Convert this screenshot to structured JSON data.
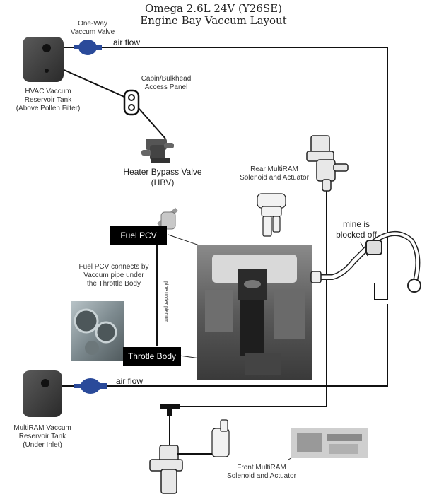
{
  "title": {
    "line1": "Omega 2.6L 24V (Y26SE)",
    "line2": "Engine Bay Vaccum Layout"
  },
  "labels": {
    "one_way_valve_line1": "One-Way",
    "one_way_valve_line2": "Vaccum Valve",
    "air_flow_top": "air flow",
    "air_flow_bottom": "air flow",
    "cabin_panel_line1": "Cabin/Bulkhead",
    "cabin_panel_line2": "Access Panel",
    "hvac_tank_line1": "HVAC Vaccum",
    "hvac_tank_line2": "Reservoir Tank",
    "hvac_tank_line3": "(Above Pollen Filter)",
    "hbv_line1": "Heater Bypass Valve",
    "hbv_line2": "(HBV)",
    "rear_multiram_line1": "Rear MultiRAM",
    "rear_multiram_line2": "Solenoid and Actuator",
    "blocked_line1": "mine is",
    "blocked_line2": "blocked off",
    "fuel_pcv_box": "Fuel PCV",
    "fuel_pcv_note_line1": "Fuel PCV connects by",
    "fuel_pcv_note_line2": "Vaccum pipe under",
    "fuel_pcv_note_line3": "the Throttle Body",
    "pipe_under_plenum": "pipe under plenum",
    "throttle_body_box": "Throtle Body",
    "multiram_tank_line1": "MultiRAM Vaccum",
    "multiram_tank_line2": "Reservoir Tank",
    "multiram_tank_line3": "(Under Inlet)",
    "front_multiram_line1": "Front MultiRAM",
    "front_multiram_line2": "Solenoid and Actuator"
  },
  "colors": {
    "pipe": "#111111",
    "valve_blue": "#2a4a9a",
    "tank": "#3a3a3a",
    "engine_photo": "#5e5e5e"
  }
}
